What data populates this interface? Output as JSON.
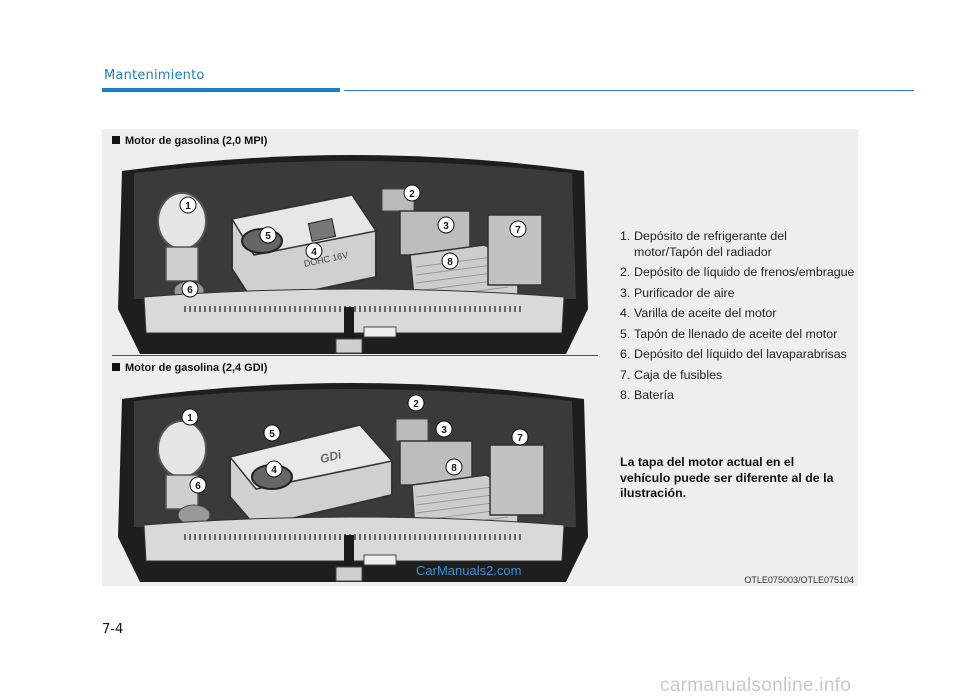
{
  "header": {
    "section_title": "Mantenimiento"
  },
  "figure": {
    "engine_top_label": "Motor de gasolina (2,0 MPI)",
    "engine_bottom_label": "Motor de gasolina (2,4 GDI)",
    "engine_top_badge": "DOHC 16V",
    "engine_bottom_badge": "GDi",
    "callouts": [
      "1",
      "2",
      "3",
      "4",
      "5",
      "6",
      "7",
      "8"
    ],
    "figure_code": "OTLE075003/OTLE075104",
    "watermark": "CarManuals2.com"
  },
  "legend": {
    "items": [
      {
        "num": "1.",
        "text": "Depósito de refrigerante del motor/Tapón del radiador"
      },
      {
        "num": "2.",
        "text": "Depósito de líquido de frenos/embrague"
      },
      {
        "num": "3.",
        "text": "Purificador de aire"
      },
      {
        "num": "4.",
        "text": "Varilla de aceite del motor"
      },
      {
        "num": "5.",
        "text": "Tapón de llenado de aceite del motor"
      },
      {
        "num": "6.",
        "text": "Depósito del líquido del lavaparabrisas"
      },
      {
        "num": "7.",
        "text": "Caja de fusibles"
      },
      {
        "num": "8.",
        "text": "Batería"
      }
    ],
    "note": "La tapa del motor actual en el vehículo puede ser diferente al de la ilustración."
  },
  "footer": {
    "page_number": "7-4",
    "site_watermark": "carmanualsonline.info"
  },
  "colors": {
    "accent": "#1d7fc4",
    "panel": "#eeeeee"
  }
}
